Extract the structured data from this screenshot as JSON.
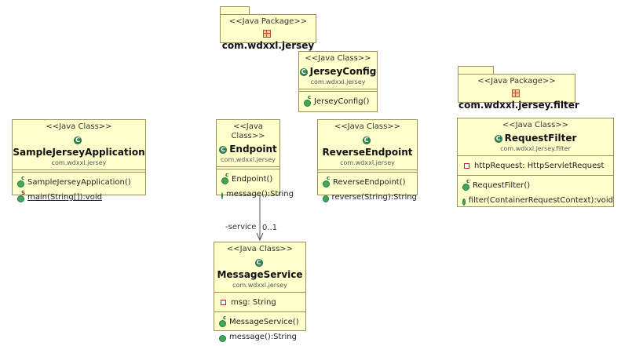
{
  "packages": [
    {
      "stereotype": "<<Java Package>>",
      "name": "com.wdxxl.jersey"
    },
    {
      "stereotype": "<<Java Package>>",
      "name": "com.wdxxl.jersey.filter"
    }
  ],
  "classes": {
    "jersey_config": {
      "stereotype": "<<Java Class>>",
      "name": "JerseyConfig",
      "package": "com.wdxxl.jersey",
      "methods": [
        "JerseyConfig()"
      ]
    },
    "sample_app": {
      "stereotype": "<<Java Class>>",
      "name": "SampleJerseyApplication",
      "package": "com.wdxxl.jersey",
      "methods": [
        "SampleJerseyApplication()",
        "main(String[]):void"
      ]
    },
    "endpoint": {
      "stereotype": "<<Java Class>>",
      "name": "Endpoint",
      "package": "com.wdxxl.jersey",
      "methods": [
        "Endpoint()",
        "message():String"
      ]
    },
    "reverse_endpoint": {
      "stereotype": "<<Java Class>>",
      "name": "ReverseEndpoint",
      "package": "com.wdxxl.jersey",
      "methods": [
        "ReverseEndpoint()",
        "reverse(String):String"
      ]
    },
    "request_filter": {
      "stereotype": "<<Java Class>>",
      "name": "RequestFilter",
      "package": "com.wdxxl.jersey.filter",
      "fields": [
        "httpRequest: HttpServletRequest"
      ],
      "methods": [
        "RequestFilter()",
        "filter(ContainerRequestContext):void"
      ]
    },
    "message_service": {
      "stereotype": "<<Java Class>>",
      "name": "MessageService",
      "package": "com.wdxxl.jersey",
      "fields": [
        "msg: String"
      ],
      "methods": [
        "MessageService()",
        "message():String"
      ]
    }
  },
  "association": {
    "role": "-service",
    "multiplicity": "0..1"
  }
}
